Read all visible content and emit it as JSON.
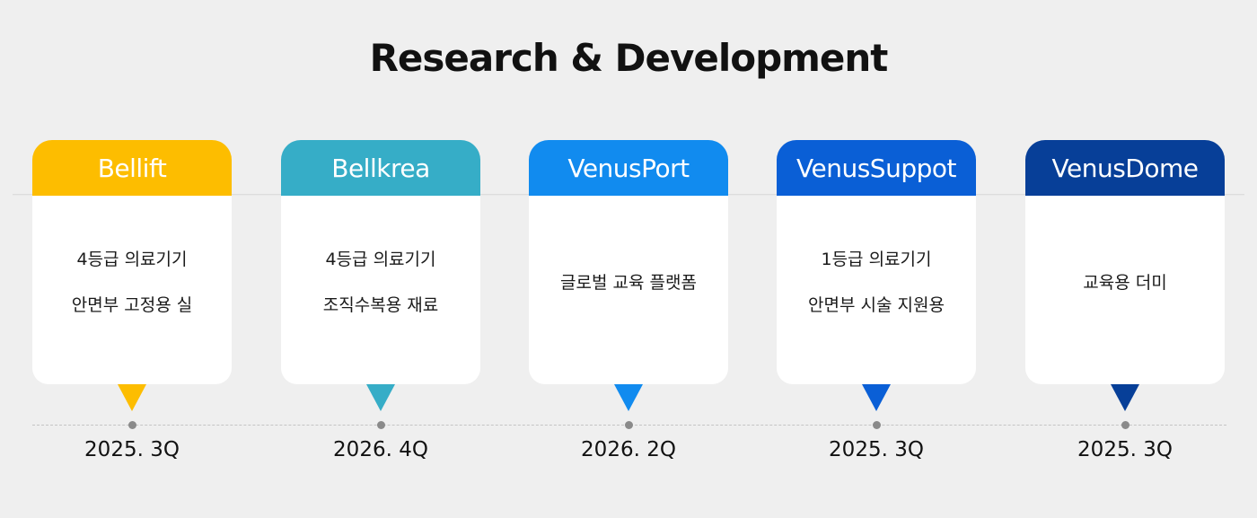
{
  "title": "Research & Development",
  "items": [
    {
      "name": "Bellift",
      "lines": [
        "4등급 의료기기",
        "안면부 고정용 실"
      ],
      "date": "2025. 3Q",
      "color": "#fdbd00"
    },
    {
      "name": "Bellkrea",
      "lines": [
        "4등급 의료기기",
        "조직수복용 재료"
      ],
      "date": "2026. 4Q",
      "color": "#36adc7"
    },
    {
      "name": "VenusPort",
      "lines": [
        "글로벌 교육 플랫폼"
      ],
      "date": "2026. 2Q",
      "color": "#118bef"
    },
    {
      "name": "VenusSuppot",
      "lines": [
        "1등급 의료기기",
        "안면부 시술 지원용"
      ],
      "date": "2025. 3Q",
      "color": "#0a5fd6"
    },
    {
      "name": "VenusDome",
      "lines": [
        "교육용 더미"
      ],
      "date": "2025. 3Q",
      "color": "#073f98"
    }
  ]
}
